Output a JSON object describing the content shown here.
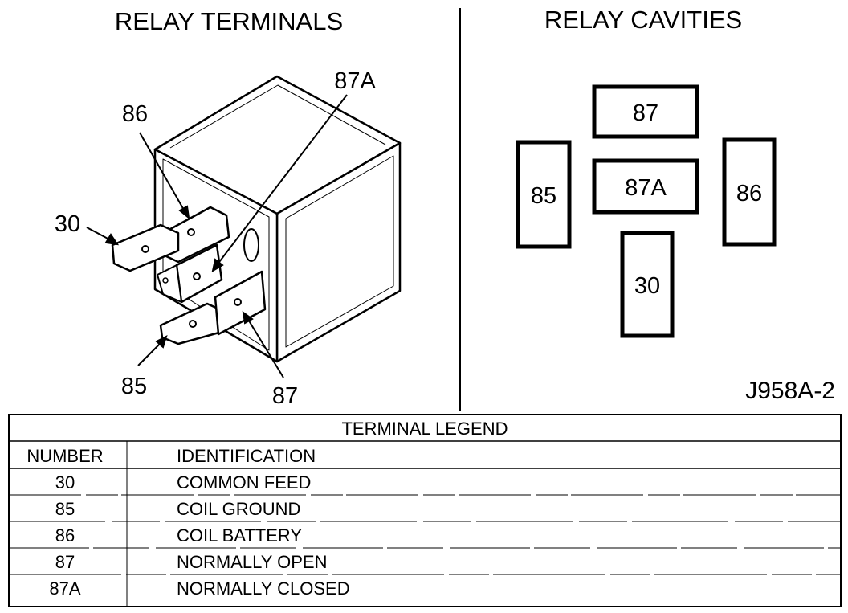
{
  "diagram": {
    "left_title": "RELAY TERMINALS",
    "right_title": "RELAY CAVITIES",
    "figure_code": "J958A-2",
    "terminal_callouts": {
      "t30": "30",
      "t85": "85",
      "t86": "86",
      "t87": "87",
      "t87a": "87A"
    },
    "cavities": {
      "c87": "87",
      "c87a": "87A",
      "c85": "85",
      "c86": "86",
      "c30": "30"
    }
  },
  "legend": {
    "title": "TERMINAL LEGEND",
    "columns": [
      "NUMBER",
      "IDENTIFICATION"
    ],
    "rows": [
      {
        "number": "30",
        "identification": "COMMON FEED"
      },
      {
        "number": "85",
        "identification": "COIL GROUND"
      },
      {
        "number": "86",
        "identification": "COIL BATTERY"
      },
      {
        "number": "87",
        "identification": "NORMALLY OPEN"
      },
      {
        "number": "87A",
        "identification": "NORMALLY CLOSED"
      }
    ]
  }
}
